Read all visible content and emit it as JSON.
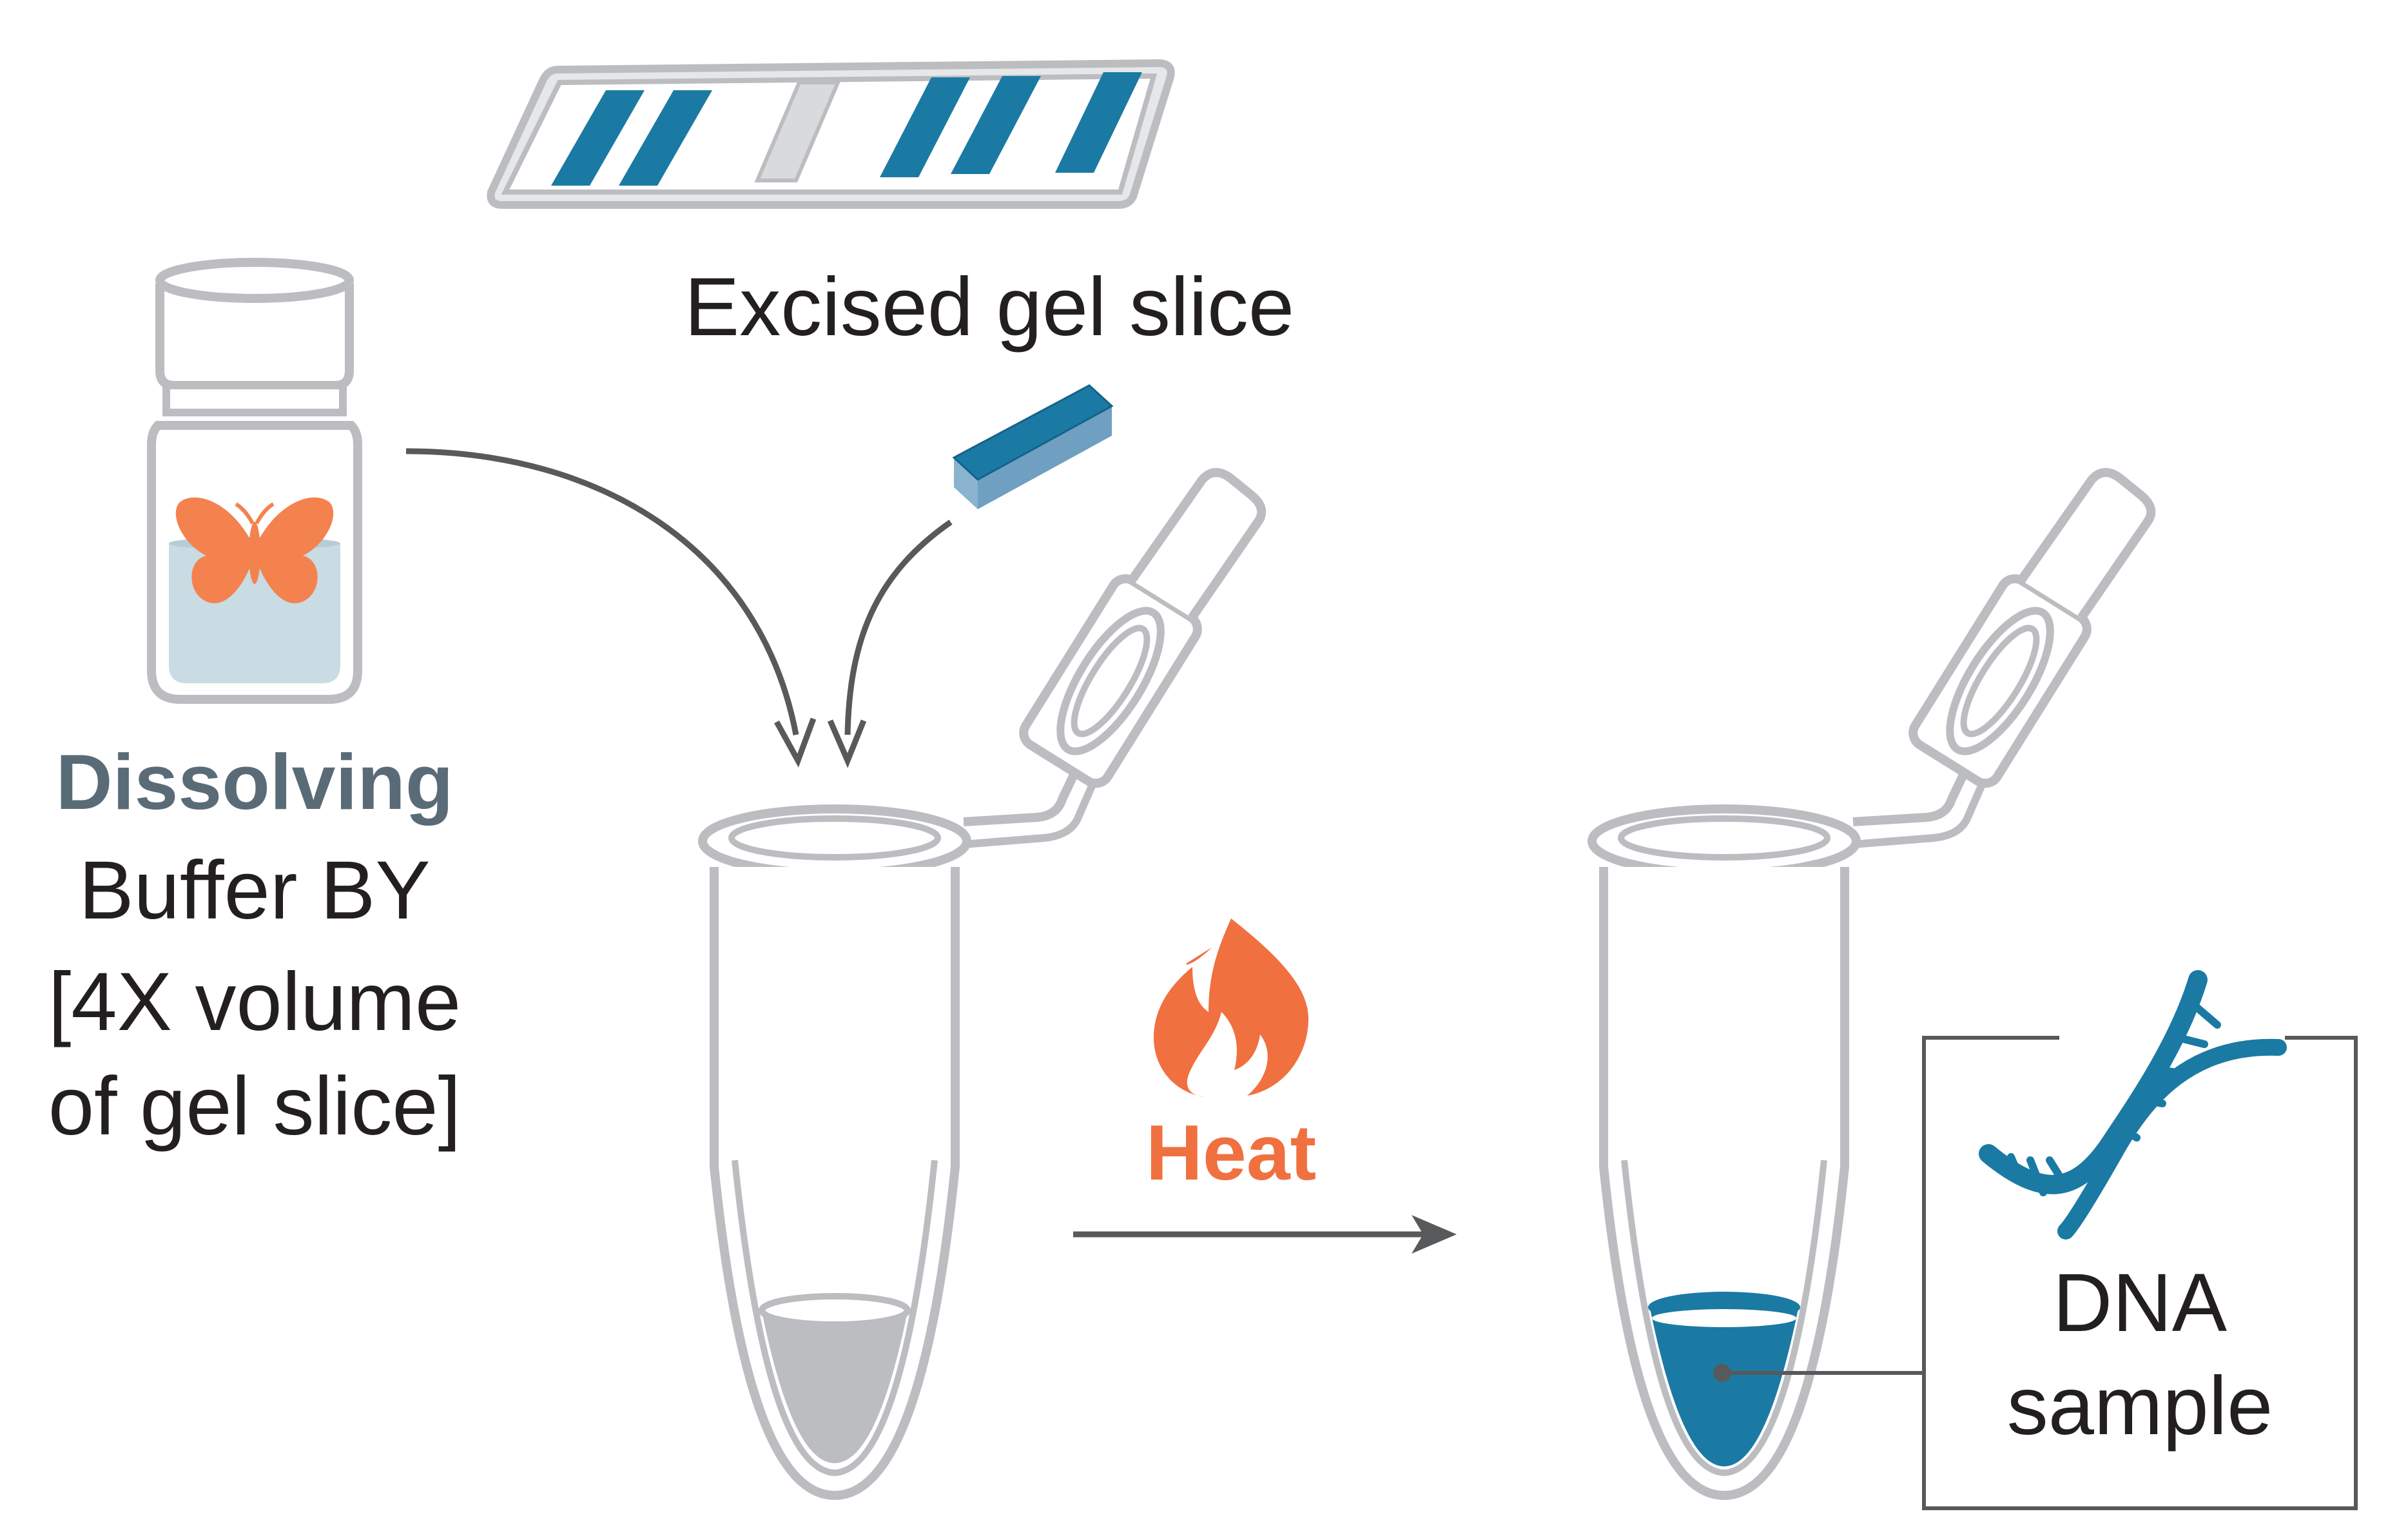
{
  "labels": {
    "gel_slice": "Excised gel slice",
    "buffer_name_bold": "Dissolving",
    "buffer_name_rest": "Buffer BY",
    "buffer_volume_line1": "[4X volume",
    "buffer_volume_line2": "of gel slice]",
    "heat": "Heat",
    "result_line1": "DNA",
    "result_line2": "sample"
  },
  "icons": {
    "gel": "gel-strip-icon",
    "slice": "gel-slice-icon",
    "bottle": "buffer-bottle-icon",
    "butterfly": "butterfly-icon",
    "flame": "flame-icon",
    "tube": "microcentrifuge-tube-icon",
    "dna": "dna-helix-icon"
  },
  "colors": {
    "outline": "#bcbdc0",
    "blue": "#1b7aa3",
    "light_blue": "#8ab3cf",
    "orange": "#f07040",
    "butterfly": "#f4824f",
    "buffer_liquid": "#c9dbe3",
    "gray_liquid": "#bcbdc0",
    "arrow": "#58595b",
    "text": "#231f20",
    "heading_gray": "#5a6b78"
  }
}
